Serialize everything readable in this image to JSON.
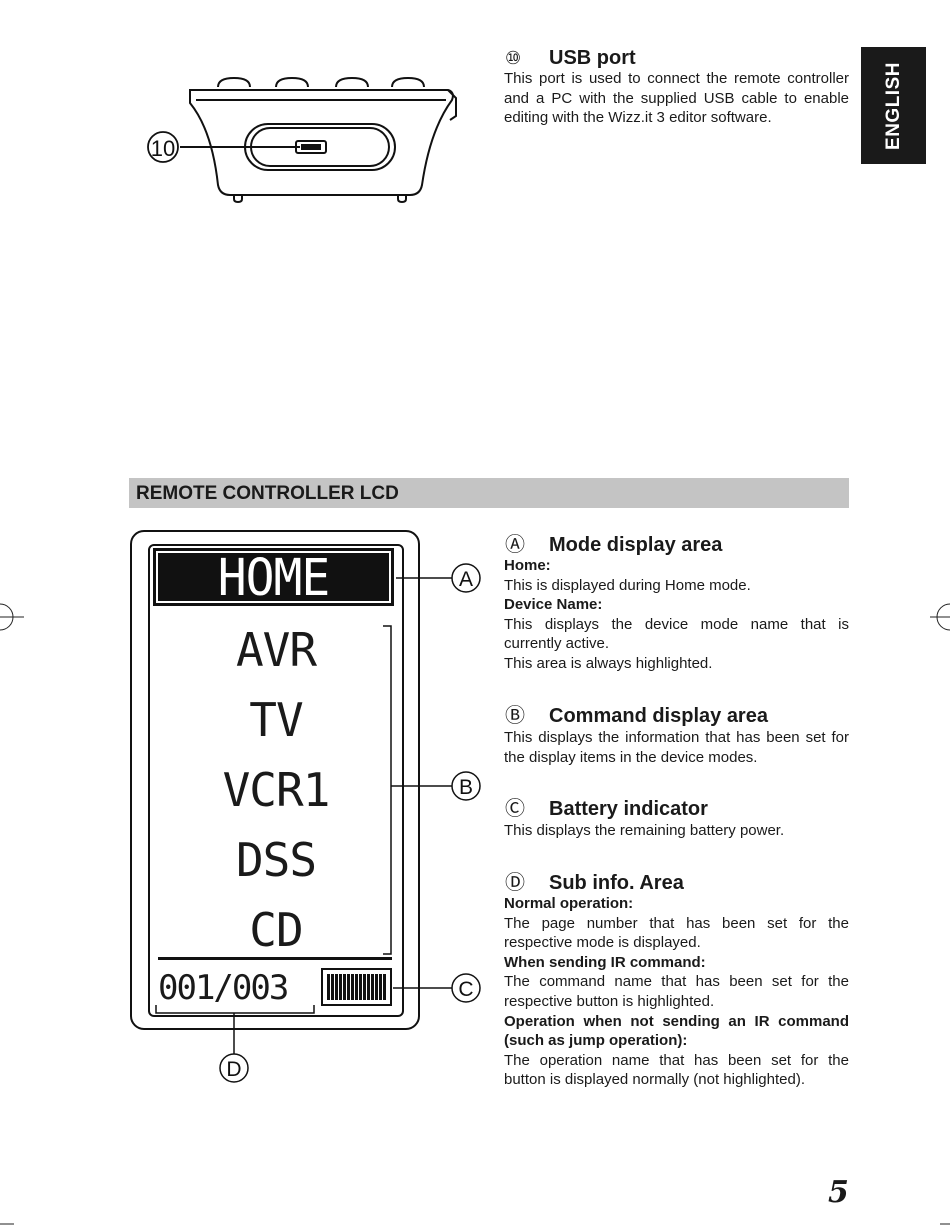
{
  "language_tab": "ENGLISH",
  "usb": {
    "marker": "⑩",
    "title": "USB port",
    "body": "This port is used to connect the remote controller and a PC with the supplied USB cable to enable editing with the Wizz.it 3 editor software.",
    "callout": "10"
  },
  "section_title": "REMOTE CONTROLLER LCD",
  "lcd": {
    "mode": "HOME",
    "items": [
      "AVR",
      "TV",
      "VCR1",
      "DSS",
      "CD"
    ],
    "sub_info": "001/003",
    "callouts": [
      "A",
      "B",
      "C",
      "D"
    ]
  },
  "desc": {
    "a": {
      "marker": "Ⓐ",
      "title": "Mode display area",
      "home_label": "Home:",
      "home_text": "This is displayed during Home mode.",
      "device_label": "Device Name:",
      "device_text": "This displays the device mode name that is currently active.",
      "note": "This area is always highlighted."
    },
    "b": {
      "marker": "Ⓑ",
      "title": "Command display area",
      "text": "This displays the information that has been set for the display items in the device modes."
    },
    "c": {
      "marker": "Ⓒ",
      "title": "Battery indicator",
      "text": "This displays the remaining battery power."
    },
    "d": {
      "marker": "Ⓓ",
      "title": "Sub info. Area",
      "normal_label": "Normal operation:",
      "normal_text": "The page number that has been set for the respective mode is displayed.",
      "ir_label": "When sending IR command:",
      "ir_text": "The command name that has been set for the respective button is highlighted.",
      "noir_label": "Operation when not sending an IR command (such as jump operation):",
      "noir_text": "The operation name that has been set for the button is displayed normally (not highlighted)."
    }
  },
  "page_number": "5"
}
